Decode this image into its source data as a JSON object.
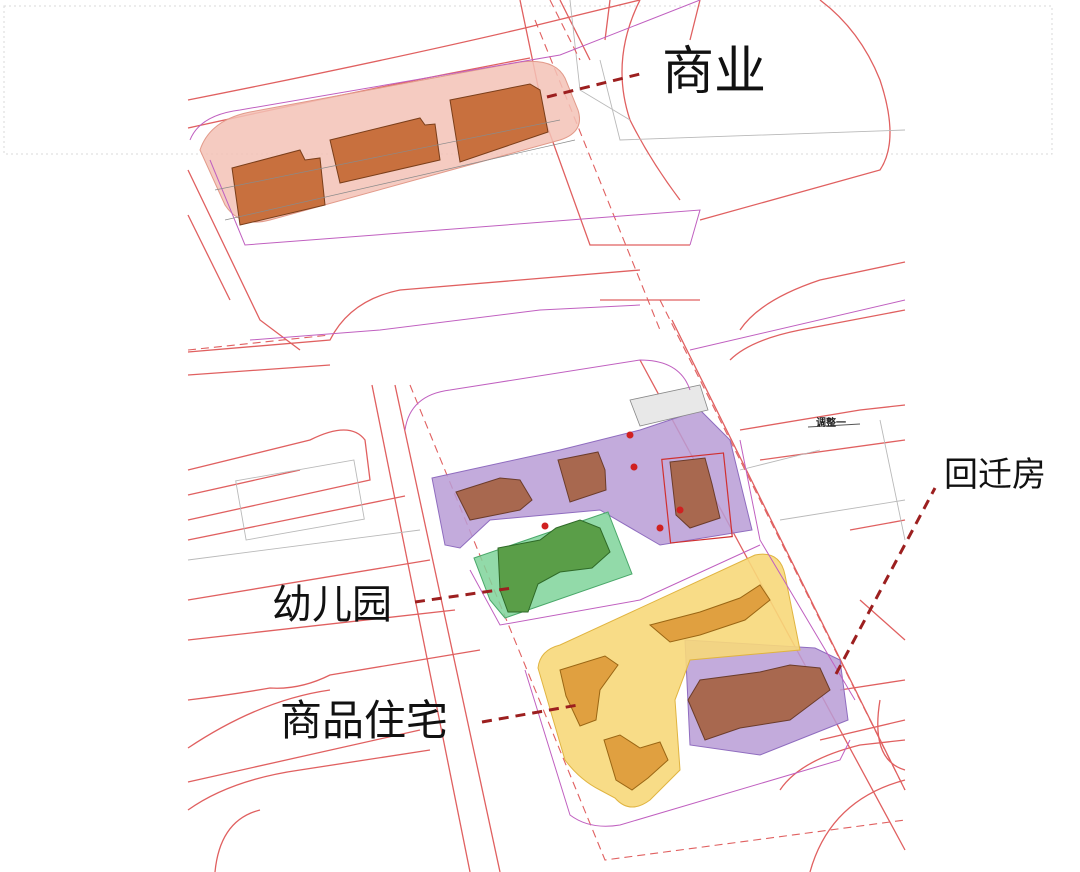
{
  "labels": {
    "commercial": "商业",
    "relocation_housing": "回迁房",
    "kindergarten": "幼儿园",
    "commodity_housing": "商品住宅"
  },
  "plan_tag": "调整一",
  "colors": {
    "commercial_zone": "#f3c2b6",
    "commercial_building": "#c8703e",
    "relocation_zone": "#b99cd6",
    "relocation_building": "#a8684f",
    "kindergarten_zone": "#7fd39a",
    "kindergarten_building": "#5a9e48",
    "housing_zone": "#f7d87a",
    "housing_building": "#e0a040",
    "road_line": "#e06060",
    "boundary_line": "#c060c0",
    "leader_line": "#9c1f1f"
  }
}
